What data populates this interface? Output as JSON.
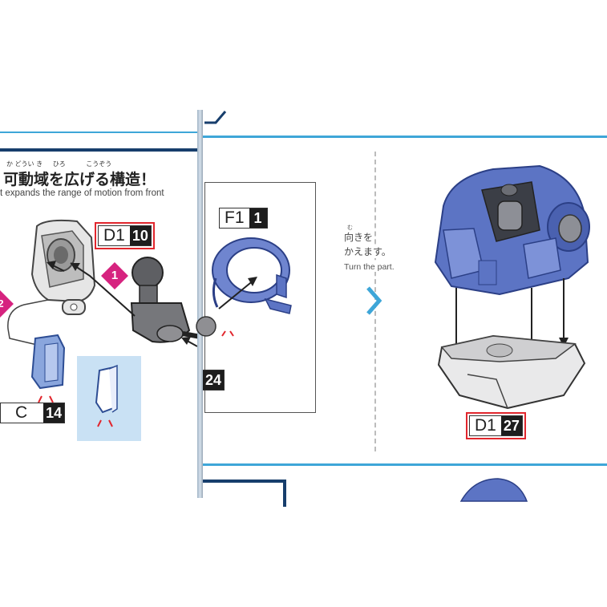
{
  "left_panel": {
    "heading_furigana": "か どうい き     ひろ          こうぞう",
    "heading_jp": "可動域を広げる構造！",
    "subheading_en": "t expands the range of motion from front",
    "step_markers": [
      "1",
      "2"
    ],
    "tags": [
      {
        "letter": "D1",
        "number": "10",
        "highlighted": true
      },
      {
        "letter": "C",
        "number": "14",
        "highlighted": false
      }
    ]
  },
  "right_panel": {
    "inset_tag": {
      "letter": "F1",
      "number": "1"
    },
    "partial_tag_number": "24",
    "turn_note_furigana": "む",
    "turn_note_jp_line1": "向きを",
    "turn_note_jp_line2": "かえます。",
    "turn_note_en": "Turn the part.",
    "result_tag": {
      "letter": "D1",
      "number": "27",
      "highlighted": true
    }
  },
  "colors": {
    "rule_blue": "#3ea6d8",
    "navy": "#173e6c",
    "part_blue": "#5c74c4",
    "highlight_red": "#e1262d",
    "step_magenta": "#d6237f"
  }
}
